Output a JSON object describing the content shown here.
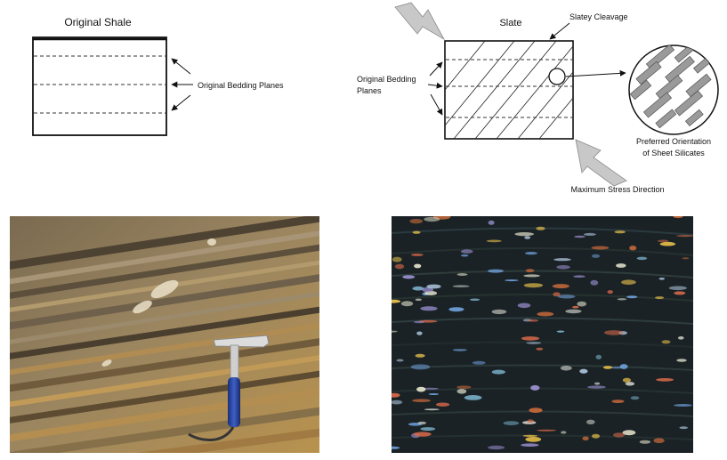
{
  "shale_panel": {
    "title": "Original Shale",
    "bedding_label": "Original Bedding Planes"
  },
  "slate_panel": {
    "title": "Slate",
    "cleavage_label": "Slatey Cleavage",
    "bedding_label_line1": "Original Bedding",
    "bedding_label_line2": "Planes",
    "silicates_label_line1": "Preferred Orientation",
    "silicates_label_line2": "of Sheet Silicates",
    "stress_label": "Maximum Stress Direction"
  },
  "colors": {
    "line": "#111111",
    "stress_arrow_fill": "#c8c8c8",
    "stress_arrow_stroke": "#8c8c8c",
    "mineral_fill": "#9a9a9a"
  },
  "photos": {
    "outcrop": "outcrop-photo",
    "thin_section": "thin-section-photo"
  }
}
